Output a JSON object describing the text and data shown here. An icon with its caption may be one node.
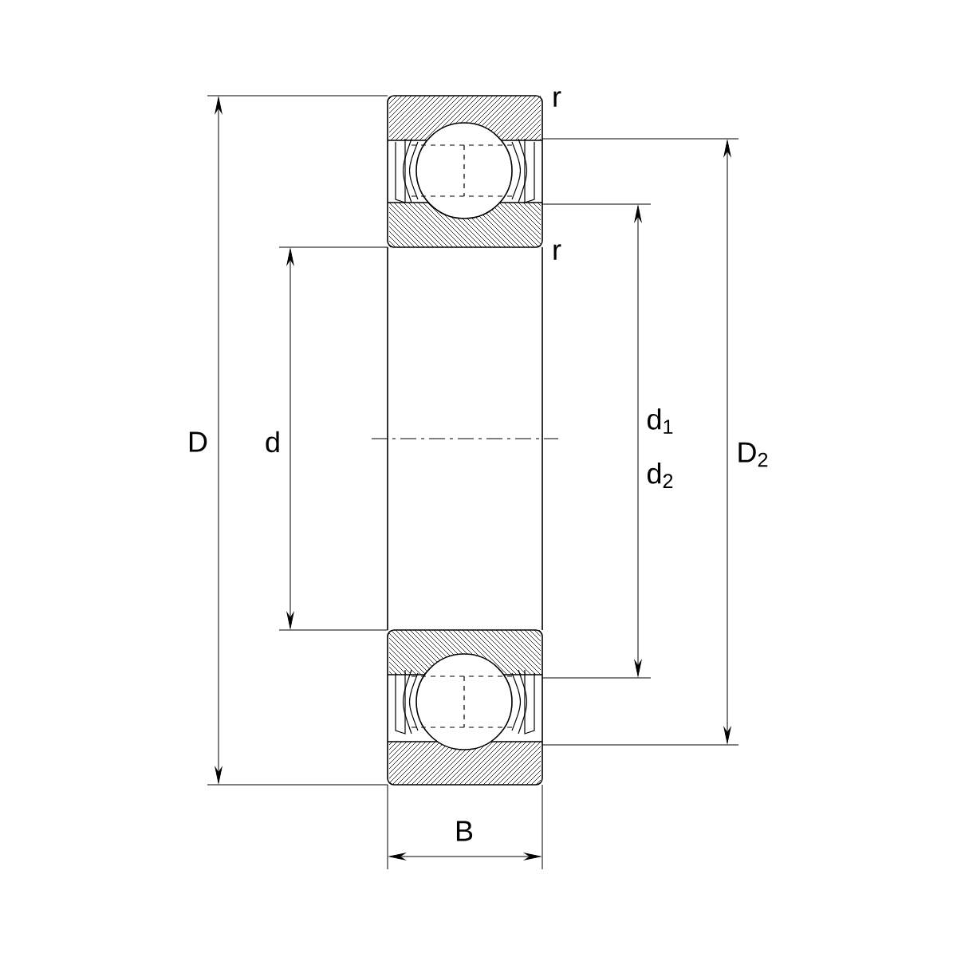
{
  "diagram": {
    "labels": [
      "r",
      "r",
      "D",
      "d",
      "d$_{1}$",
      "d$_{2}$",
      "D$_{2}$",
      "B"
    ]
  }
}
